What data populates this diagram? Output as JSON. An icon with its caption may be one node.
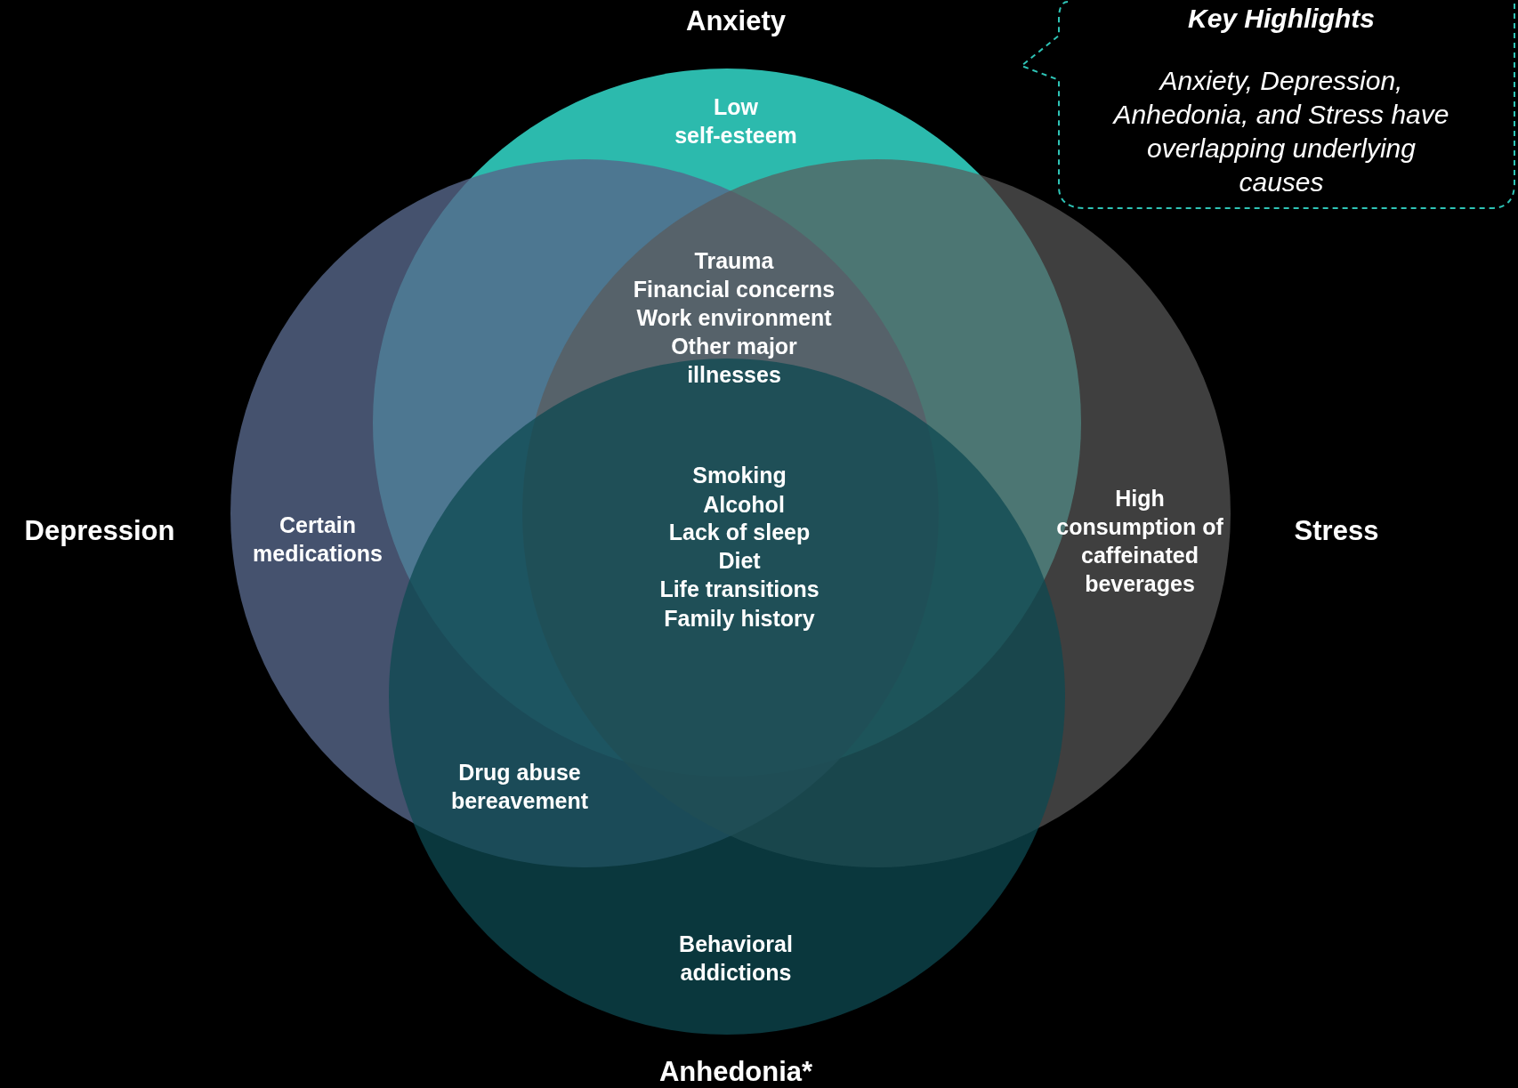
{
  "diagram": {
    "nodes": [
      {
        "text": [
          "Anxiety"
        ]
      },
      {
        "text": [
          "Depression"
        ]
      },
      {
        "text": [
          "Stress"
        ]
      },
      {
        "text": [
          "Anhedonia*"
        ]
      },
      {
        "text": [
          "Key Highlights",
          "Anxiety, Depression, Anhedonia, and Stress have overlapping underlying causes"
        ]
      }
    ],
    "labels": [
      "Low self-esteem",
      "Trauma",
      "Financial concerns",
      "Work environment",
      "Other major illnesses",
      "Certain medications",
      "Smoking",
      "Alcohol",
      "Lack of sleep",
      "Diet",
      "Life transitions",
      "High consumption of caffeinated beverages",
      "Family history",
      "Drug abuse",
      "bereavement",
      "Behavioral addictions"
    ]
  }
}
